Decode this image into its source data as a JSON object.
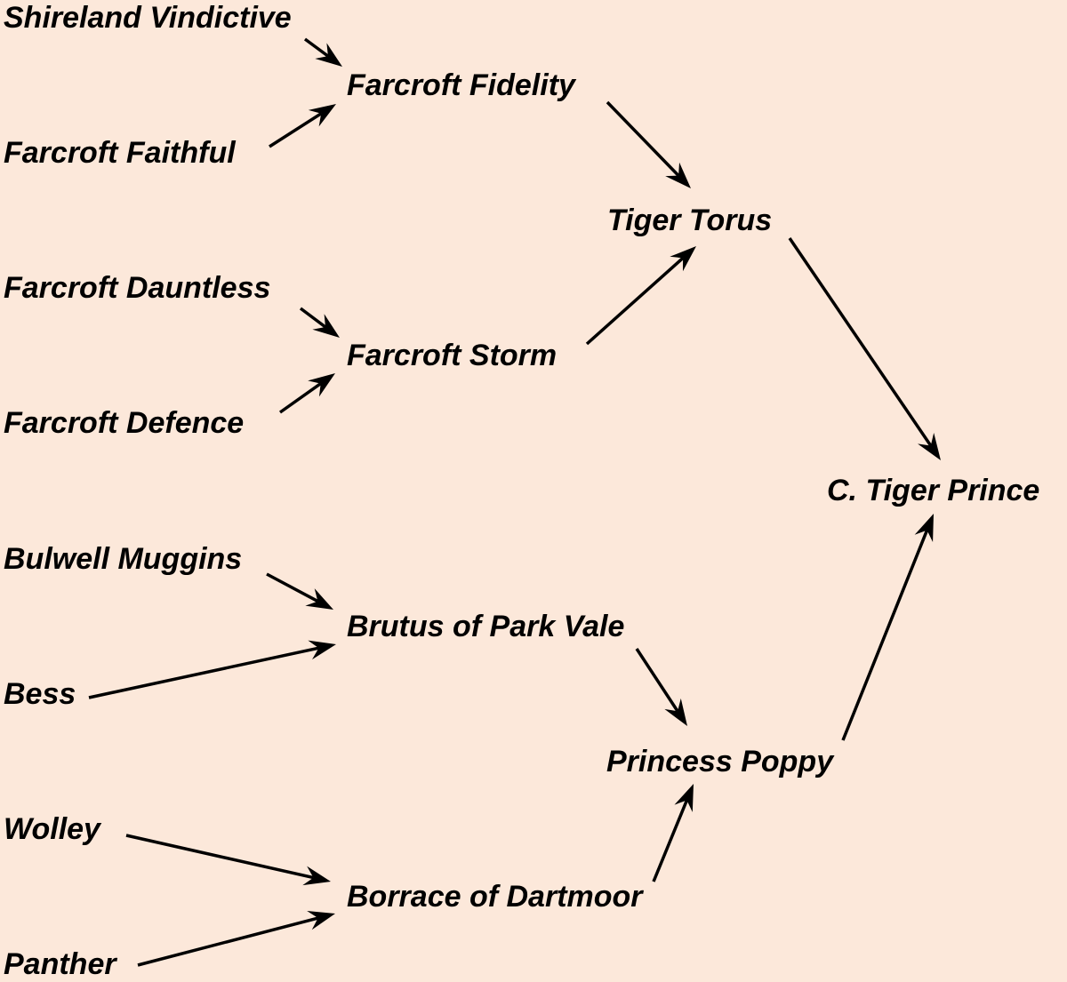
{
  "title": "Pedigree of C. Tiger Prince",
  "nodes": [
    "Shireland Vindictive",
    "Farcroft Fidelity",
    "Farcroft Faithful",
    "Tiger Torus",
    "Farcroft Dauntless",
    "Farcroft Storm",
    "Farcroft Defence",
    "C. Tiger Prince",
    "Bulwell Muggins",
    "Brutus of Park Vale",
    "Bess",
    "Princess Poppy",
    "Wolley",
    "Borrace of Dartmoor",
    "Panther"
  ],
  "edges": [
    {
      "from": "Shireland Vindictive",
      "to": "Farcroft Fidelity"
    },
    {
      "from": "Farcroft Faithful",
      "to": "Farcroft Fidelity"
    },
    {
      "from": "Farcroft Fidelity",
      "to": "Tiger Torus"
    },
    {
      "from": "Farcroft Storm",
      "to": "Tiger Torus"
    },
    {
      "from": "Farcroft Dauntless",
      "to": "Farcroft Storm"
    },
    {
      "from": "Farcroft Defence",
      "to": "Farcroft Storm"
    },
    {
      "from": "Tiger Torus",
      "to": "C. Tiger Prince"
    },
    {
      "from": "Bulwell Muggins",
      "to": "Brutus of Park Vale"
    },
    {
      "from": "Bess",
      "to": "Brutus of Park Vale"
    },
    {
      "from": "Brutus of Park Vale",
      "to": "Princess Poppy"
    },
    {
      "from": "Princess Poppy",
      "to": "C. Tiger Prince"
    },
    {
      "from": "Wolley",
      "to": "Borrace of Dartmoor"
    },
    {
      "from": "Panther",
      "to": "Borrace of Dartmoor"
    },
    {
      "from": "Borrace of Dartmoor",
      "to": "Princess Poppy"
    }
  ]
}
